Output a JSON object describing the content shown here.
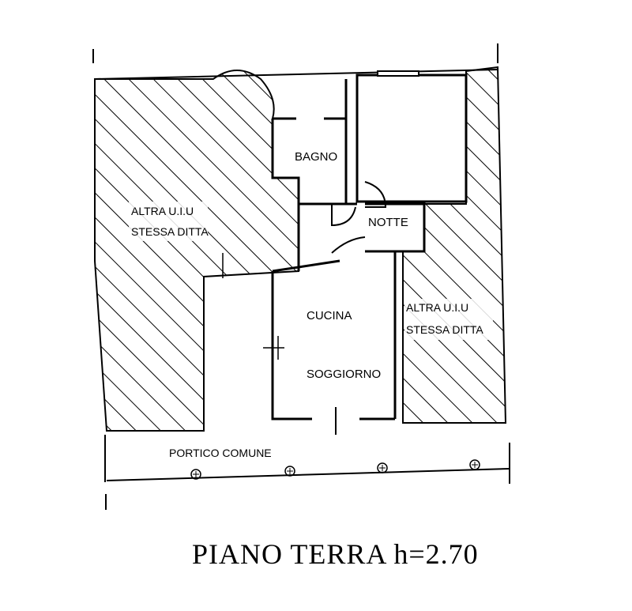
{
  "rooms": {
    "bagno": "BAGNO",
    "notte": "NOTTE",
    "cucina": "CUCINA",
    "soggiorno": "SOGGIORNO"
  },
  "areas": {
    "left_line1": "ALTRA U.I.U",
    "left_line2": "STESSA DITTA",
    "right_line1": "ALTRA U.I.U",
    "right_line2": "STESSA DITTA",
    "portico": "PORTICO COMUNE"
  },
  "title": "PIANO TERRA h=2.70"
}
